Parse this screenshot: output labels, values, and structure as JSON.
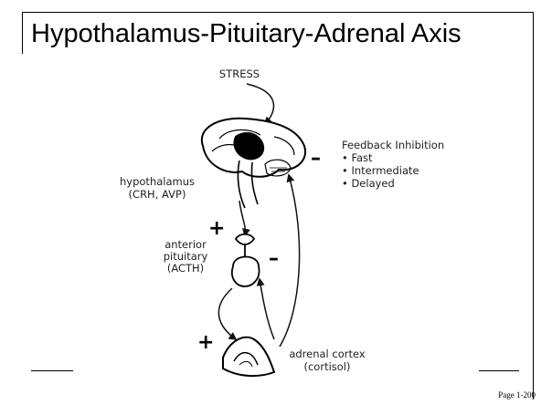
{
  "slide": {
    "title": "Hypothalamus-Pituitary-Adrenal Axis",
    "page_number": "Page 1-200"
  },
  "diagram": {
    "stress": "STRESS",
    "hypothalamus": {
      "name": "hypothalamus",
      "hormones": "(CRH, AVP)"
    },
    "pituitary": {
      "line1": "anterior",
      "line2": "pituitary",
      "line3": "(ACTH)"
    },
    "adrenal": {
      "name": "adrenal cortex",
      "hormone": "(cortisol)"
    },
    "feedback": {
      "title": "Feedback Inhibition",
      "items": [
        "• Fast",
        "• Intermediate",
        "• Delayed"
      ]
    },
    "signs": {
      "plus": "+",
      "minus": "–"
    }
  }
}
